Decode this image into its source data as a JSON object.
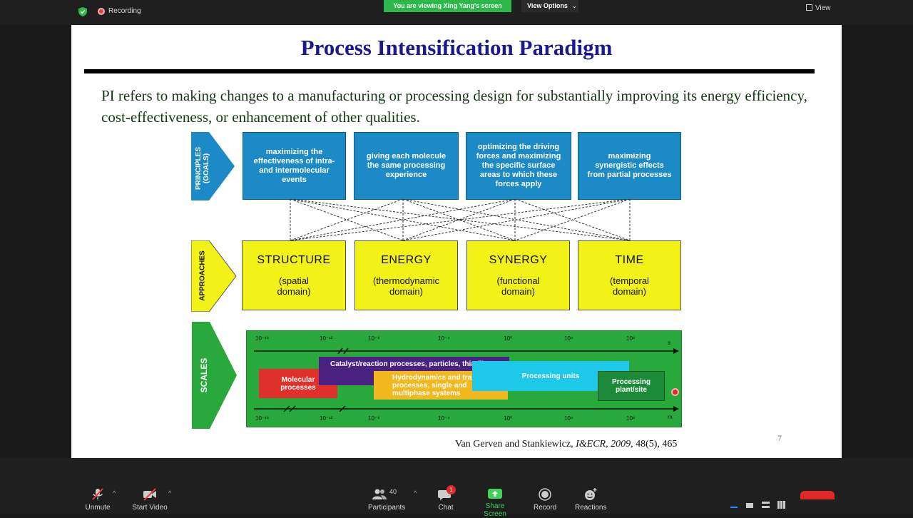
{
  "topbar": {
    "recording_label": "Recording",
    "viewing_banner": "You are viewing Xing Yang's screen",
    "view_options": "View Options",
    "view_button": "View"
  },
  "slide": {
    "title": "Process Intensification Paradigm",
    "body": "PI refers to making changes to a manufacturing or processing design for substantially improving its energy efficiency, cost-effectiveness, or enhancement of other qualities.",
    "citation_authors": "Van Gerven and Stankiewicz, ",
    "citation_journal": "I&ECR, 2009",
    "citation_rest": ", 48(5), 465",
    "slide_number": "7",
    "diagram": {
      "row_labels": {
        "principles": "PRINCIPLES (GOALS)",
        "approaches": "APPROACHES",
        "scales": "SCALES"
      },
      "principles": [
        "maximizing the effectiveness of intra- and intermolecular events",
        "giving each molecule the same processing experience",
        "optimizing the driving forces and maximizing the specific surface areas to which these forces apply",
        "maximizing synergistic effects from partial processes"
      ],
      "approaches": [
        {
          "title": "STRUCTURE",
          "subtitle": "(spatial domain)"
        },
        {
          "title": "ENERGY",
          "subtitle": "(thermodynamic domain)"
        },
        {
          "title": "SYNERGY",
          "subtitle": "(functional domain)"
        },
        {
          "title": "TIME",
          "subtitle": "(temporal domain)"
        }
      ],
      "scales": {
        "time_unit": "s",
        "length_unit": "m",
        "time_ticks": [
          "10⁻¹⁶",
          "10⁻¹²",
          "10⁻⁸",
          "10⁻⁴",
          "10⁰",
          "10⁴",
          "10⁸"
        ],
        "length_ticks": [
          "10⁻¹⁶",
          "10⁻¹²",
          "10⁻⁸",
          "10⁻⁴",
          "10⁰",
          "10⁴",
          "10⁸"
        ],
        "boxes": [
          "Molecular processes",
          "Catalyst/reaction processes, particles, thin films",
          "Hydrodynamics and transport processes, single and multiphase systems",
          "Processing units",
          "Processing plant/site"
        ]
      }
    }
  },
  "toolbar": {
    "unmute": "Unmute",
    "start_video": "Start Video",
    "participants": "Participants",
    "participants_count": "40",
    "chat": "Chat",
    "chat_badge": "1",
    "share_screen": "Share Screen",
    "record": "Record",
    "reactions": "Reactions"
  },
  "colors": {
    "banner_green": "#2db84a",
    "principle_blue": "#1b8ac7",
    "approach_yellow": "#f2f218",
    "scales_green": "#29a83c",
    "title_navy": "#1a1a8c"
  }
}
